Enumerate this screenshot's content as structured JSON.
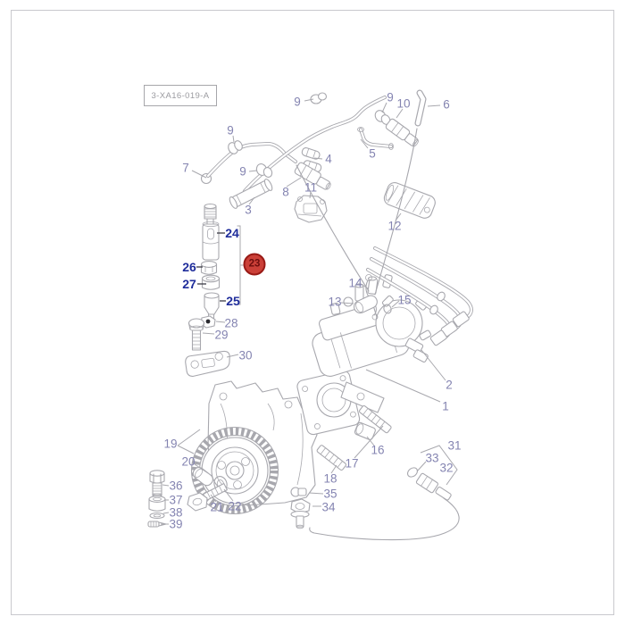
{
  "reference_code": "3-XA16-019-A",
  "highlighted_part": "23",
  "colors": {
    "line_art": "#a8a8ae",
    "callout": "#8484b1",
    "callout_bold": "#1f2d9b",
    "highlight_fill": "#cb4038",
    "highlight_border": "#991a16",
    "highlight_text": "#6d0d0d"
  },
  "callouts": [
    {
      "part": "7",
      "style": "normal"
    },
    {
      "part": "9",
      "style": "normal"
    },
    {
      "part": "9",
      "style": "normal"
    },
    {
      "part": "9",
      "style": "normal"
    },
    {
      "part": "10",
      "style": "normal"
    },
    {
      "part": "6",
      "style": "normal"
    },
    {
      "part": "5",
      "style": "normal"
    },
    {
      "part": "4",
      "style": "normal"
    },
    {
      "part": "9",
      "style": "normal"
    },
    {
      "part": "8",
      "style": "normal"
    },
    {
      "part": "3",
      "style": "normal"
    },
    {
      "part": "11",
      "style": "normal"
    },
    {
      "part": "12",
      "style": "normal"
    },
    {
      "part": "14",
      "style": "normal"
    },
    {
      "part": "13",
      "style": "normal"
    },
    {
      "part": "15",
      "style": "normal"
    },
    {
      "part": "2",
      "style": "normal"
    },
    {
      "part": "1",
      "style": "normal"
    },
    {
      "part": "16",
      "style": "normal"
    },
    {
      "part": "31",
      "style": "normal"
    },
    {
      "part": "33",
      "style": "normal"
    },
    {
      "part": "32",
      "style": "normal"
    },
    {
      "part": "17",
      "style": "normal"
    },
    {
      "part": "18",
      "style": "normal"
    },
    {
      "part": "35",
      "style": "normal"
    },
    {
      "part": "34",
      "style": "normal"
    },
    {
      "part": "19",
      "style": "normal"
    },
    {
      "part": "20",
      "style": "normal"
    },
    {
      "part": "36",
      "style": "normal"
    },
    {
      "part": "37",
      "style": "normal"
    },
    {
      "part": "38",
      "style": "normal"
    },
    {
      "part": "39",
      "style": "normal"
    },
    {
      "part": "21",
      "style": "normal"
    },
    {
      "part": "22",
      "style": "normal"
    },
    {
      "part": "24",
      "style": "bold"
    },
    {
      "part": "26",
      "style": "bold"
    },
    {
      "part": "27",
      "style": "bold"
    },
    {
      "part": "25",
      "style": "bold"
    },
    {
      "part": "23",
      "style": "highlight"
    },
    {
      "part": "28",
      "style": "normal"
    },
    {
      "part": "29",
      "style": "normal"
    },
    {
      "part": "30",
      "style": "normal"
    }
  ]
}
